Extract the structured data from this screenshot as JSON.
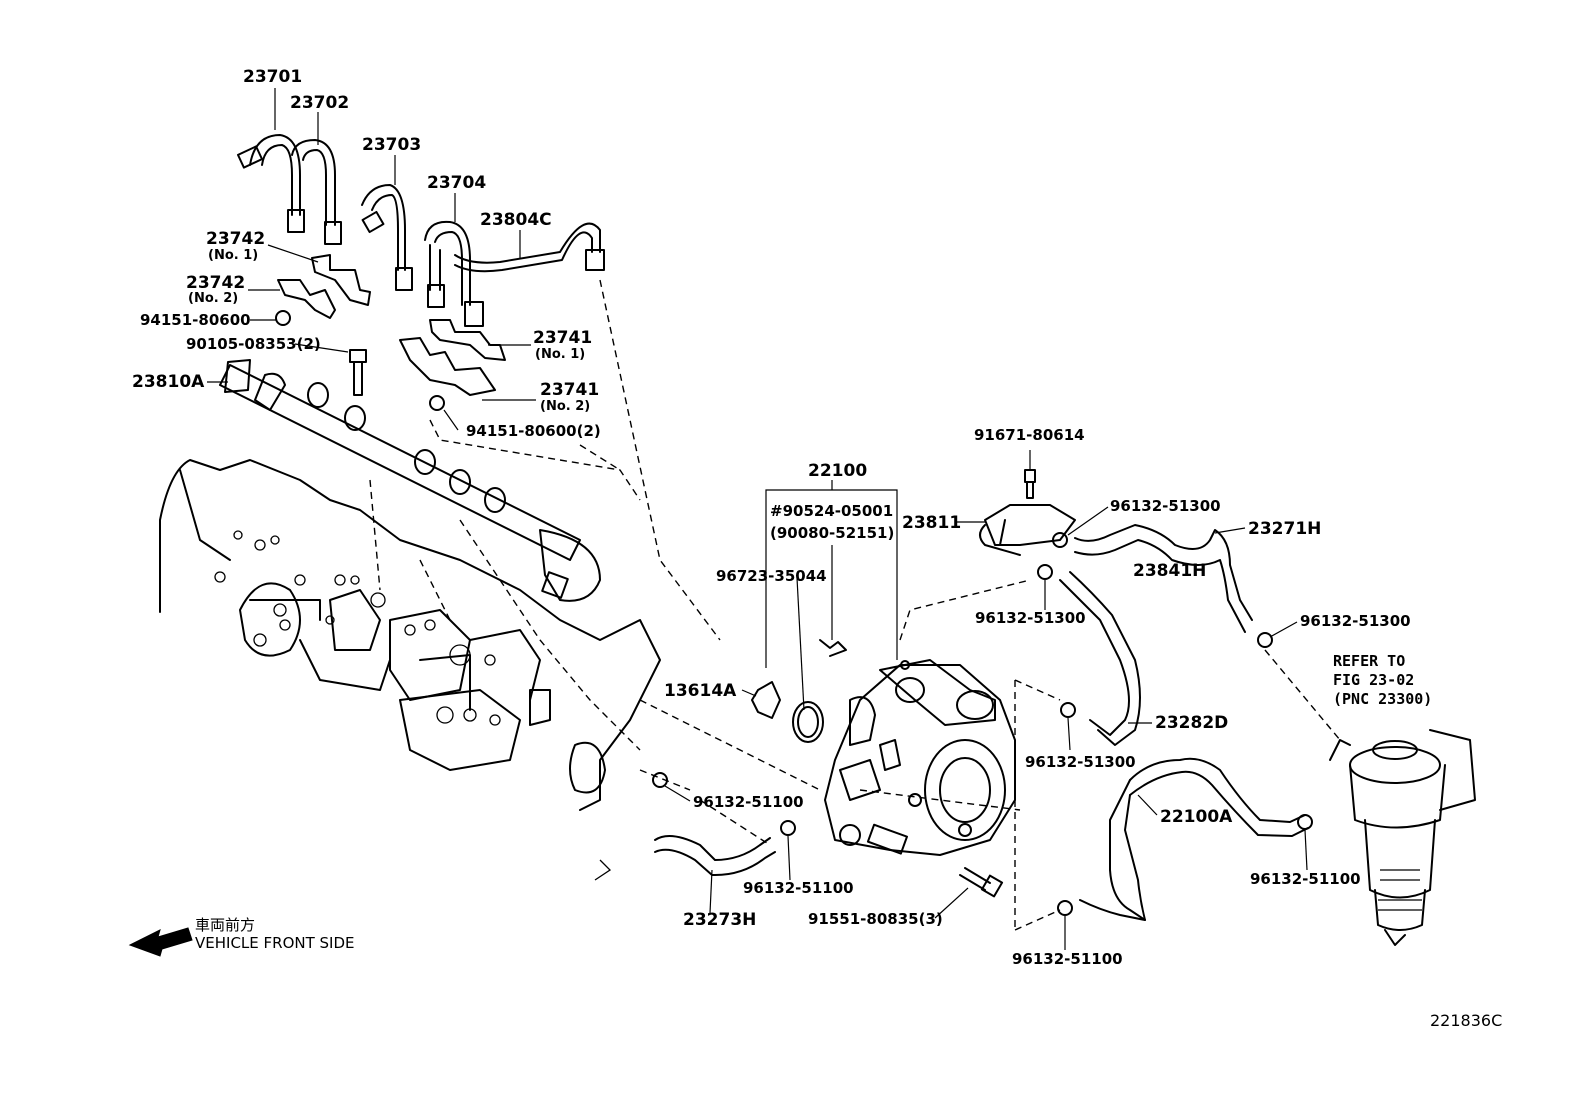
{
  "figure_id": "221836C",
  "direction": {
    "jp": "車両前方",
    "en": "VEHICLE FRONT SIDE"
  },
  "refer_note": {
    "line1": "REFER TO",
    "line2": "FIG 23-02",
    "line3": "(PNC 23300)"
  },
  "labels": {
    "p23701": "23701",
    "p23702": "23702",
    "p23703": "23703",
    "p23704": "23704",
    "p23804C": "23804C",
    "p23742_1": "23742",
    "p23742_1_sub": "(No. 1)",
    "p23742_2": "23742",
    "p23742_2_sub": "(No. 2)",
    "p94151_80600": "94151-80600",
    "p90105_08353": "90105-08353(2)",
    "p23810A": "23810A",
    "p23741_1": "23741",
    "p23741_1_sub": "(No. 1)",
    "p23741_2": "23741",
    "p23741_2_sub": "(No. 2)",
    "p94151_80600_2": "94151-80600(2)",
    "p22100": "22100",
    "p90524_05001": "#90524-05001",
    "p90080_52151": "(90080-52151)",
    "p96723_35044": "96723-35044",
    "p13614A": "13614A",
    "p91671_80614": "91671-80614",
    "p23811": "23811",
    "p96132_51300_a": "96132-51300",
    "p23271H": "23271H",
    "p96132_51300_b": "96132-51300",
    "p23841H": "23841H",
    "p96132_51300_c": "96132-51300",
    "p23282D": "23282D",
    "p96132_51300_d": "96132-51300",
    "p22100A": "22100A",
    "p96132_51100_a": "96132-51100",
    "p96132_51100_b": "96132-51100",
    "p23273H": "23273H",
    "p91551_80835": "91551-80835(3)",
    "p96132_51100_c": "96132-51100",
    "p96132_51100_d": "96132-51100"
  }
}
